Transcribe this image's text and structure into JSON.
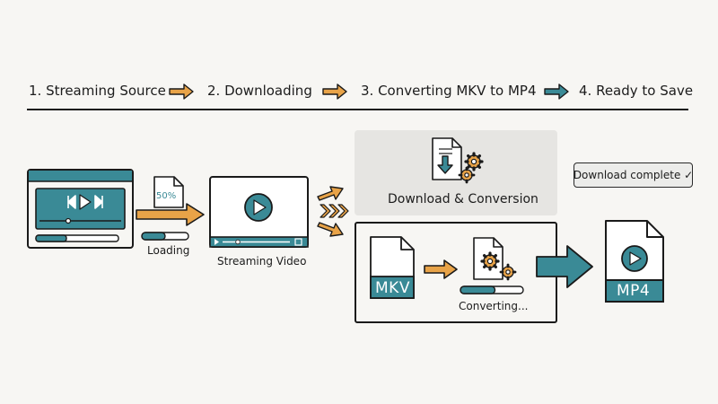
{
  "steps": [
    {
      "label": "1. Streaming Source"
    },
    {
      "label": "2. Downloading"
    },
    {
      "label": "3. Converting MKV to MP4"
    },
    {
      "label": "4. Ready to Save"
    }
  ],
  "loading": {
    "percent_label": "50%",
    "caption": "Loading",
    "progress": 0.5
  },
  "streaming_video": {
    "caption": "Streaming Video"
  },
  "panel": {
    "title": "Download & Conversion"
  },
  "conversion": {
    "source_format": "MKV",
    "target_format": "MP4",
    "caption": "Converting...",
    "progress": 0.55
  },
  "status": {
    "text": "Download complete ✓"
  },
  "colors": {
    "teal": "#3a8a96",
    "orange": "#e8a348",
    "panel_gray": "#e6e5e2",
    "outline": "#1a1a1a"
  }
}
